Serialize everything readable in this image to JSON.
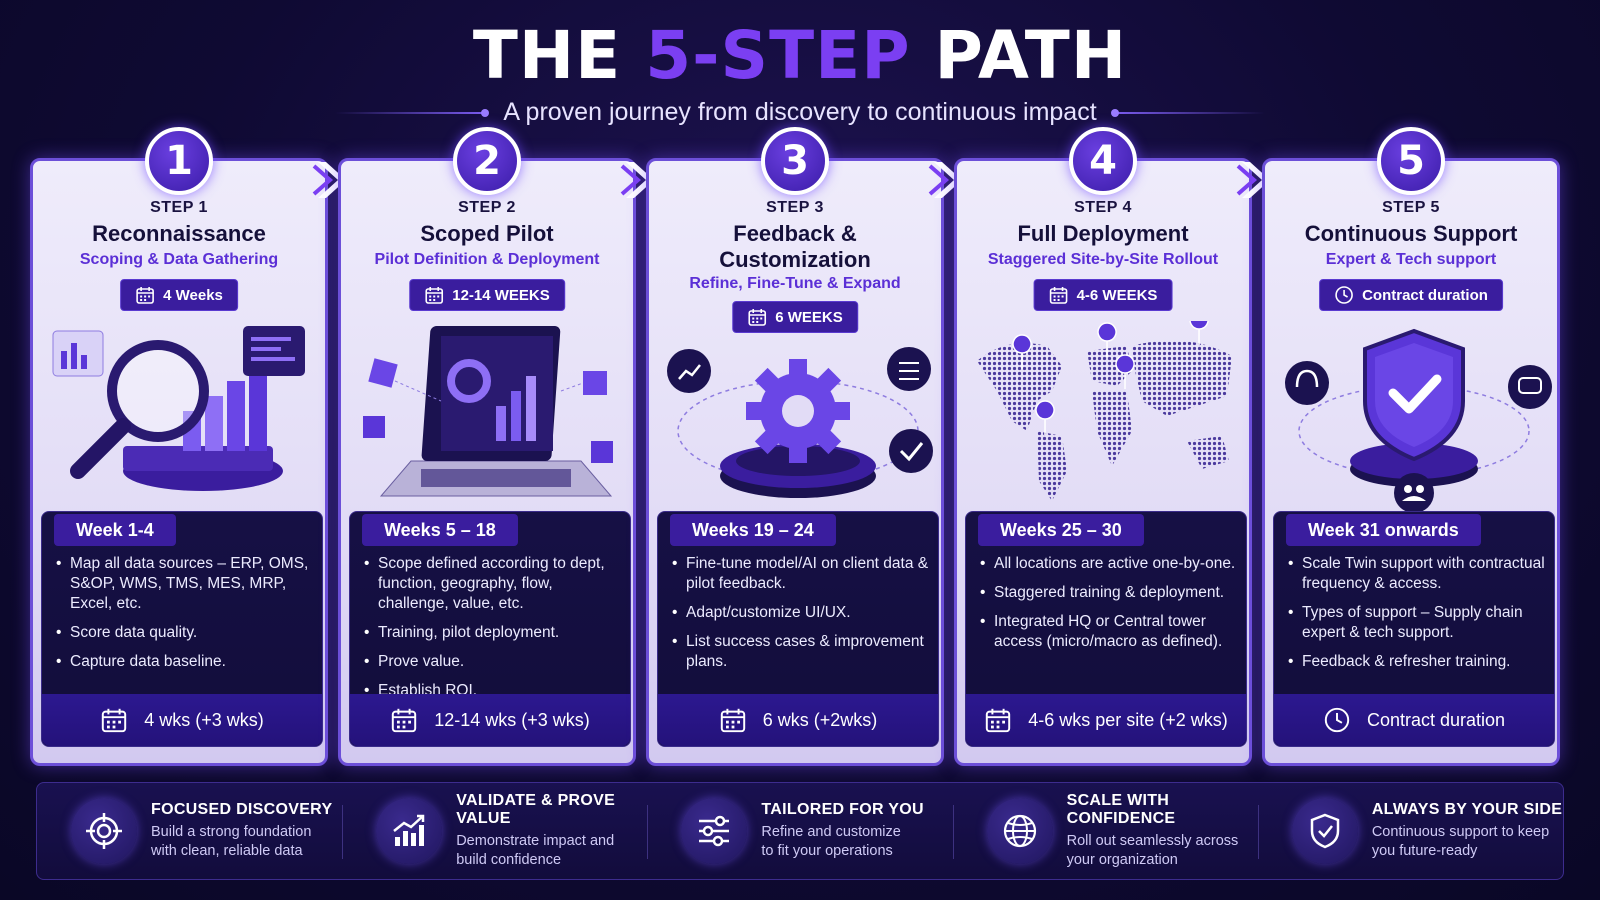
{
  "header": {
    "title_pre": "THE ",
    "title_hl": "5-STEP",
    "title_post": " PATH",
    "subtitle": "A proven journey from discovery to continuous impact"
  },
  "steps": [
    {
      "number": "1",
      "label": "STEP 1",
      "name": "Reconnaissance",
      "desc": "Scoping & Data Gathering",
      "duration": "4 Weeks",
      "duration_icon": "calendar-icon",
      "weeks": "Week 1-4",
      "bullets": [
        "Map all data sources – ERP, OMS, S&OP, WMS, TMS, MES, MRP, Excel, etc.",
        "Score data quality.",
        "Capture data baseline."
      ],
      "footer": "4 wks (+3 wks)",
      "footer_icon": "calendar-icon",
      "illustration": "magnifier-analytics-illustration"
    },
    {
      "number": "2",
      "label": "STEP 2",
      "name": "Scoped Pilot",
      "desc": "Pilot Definition & Deployment",
      "duration": "12-14 WEEKS",
      "duration_icon": "calendar-icon",
      "weeks": "Weeks 5 – 18",
      "bullets": [
        "Scope defined according to dept, function, geography, flow, challenge, value, etc.",
        "Training, pilot deployment.",
        "Prove value.",
        "Establish ROI."
      ],
      "footer": "12-14 wks (+3 wks)",
      "footer_icon": "calendar-icon",
      "illustration": "laptop-dashboard-illustration"
    },
    {
      "number": "3",
      "label": "STEP 3",
      "name": "Feedback & Customization",
      "desc": "Refine, Fine-Tune & Expand",
      "duration": "6 WEEKS",
      "duration_icon": "calendar-icon",
      "weeks": "Weeks 19 – 24",
      "bullets": [
        "Fine-tune model/AI on client data & pilot feedback.",
        "Adapt/customize UI/UX.",
        "List success cases & improvement plans."
      ],
      "footer": "6 wks (+2wks)",
      "footer_icon": "calendar-icon",
      "illustration": "gear-platform-illustration"
    },
    {
      "number": "4",
      "label": "STEP 4",
      "name": "Full Deployment",
      "desc": "Staggered Site-by-Site Rollout",
      "duration": "4-6 WEEKS",
      "duration_icon": "calendar-icon",
      "weeks": "Weeks 25 – 30",
      "bullets": [
        "All locations are active one-by-one.",
        "Staggered training & deployment.",
        "Integrated HQ or Central tower access (micro/macro as defined)."
      ],
      "footer": "4-6 wks per site (+2 wks)",
      "footer_icon": "calendar-icon",
      "illustration": "world-map-illustration"
    },
    {
      "number": "5",
      "label": "STEP 5",
      "name": "Continuous Support",
      "desc": "Expert & Tech support",
      "duration": "Contract duration",
      "duration_icon": "clock-icon",
      "weeks": "Week 31 onwards",
      "bullets": [
        "Scale Twin support with contractual frequency & access.",
        "Types of support – Supply chain expert & tech support.",
        "Feedback & refresher training."
      ],
      "footer": "Contract duration",
      "footer_icon": "clock-icon",
      "illustration": "shield-check-illustration"
    }
  ],
  "features": [
    {
      "icon": "target-icon",
      "title": "FOCUSED DISCOVERY",
      "desc1": "Build a strong foundation",
      "desc2": "with clean, reliable data"
    },
    {
      "icon": "growth-chart-icon",
      "title": "VALIDATE & PROVE VALUE",
      "desc1": "Demonstrate impact and",
      "desc2": "build confidence"
    },
    {
      "icon": "sliders-icon",
      "title": "TAILORED FOR YOU",
      "desc1": "Refine and customize",
      "desc2": "to fit your operations"
    },
    {
      "icon": "globe-icon",
      "title": "SCALE WITH CONFIDENCE",
      "desc1": "Roll out seamlessly across",
      "desc2": "your organization"
    },
    {
      "icon": "shield-check-icon",
      "title": "ALWAYS BY YOUR SIDE",
      "desc1": "Continuous support to keep",
      "desc2": "you future-ready"
    }
  ],
  "colors": {
    "accent": "#7b3ff2",
    "navy": "#120d3a",
    "pill": "#3a1d9e"
  }
}
